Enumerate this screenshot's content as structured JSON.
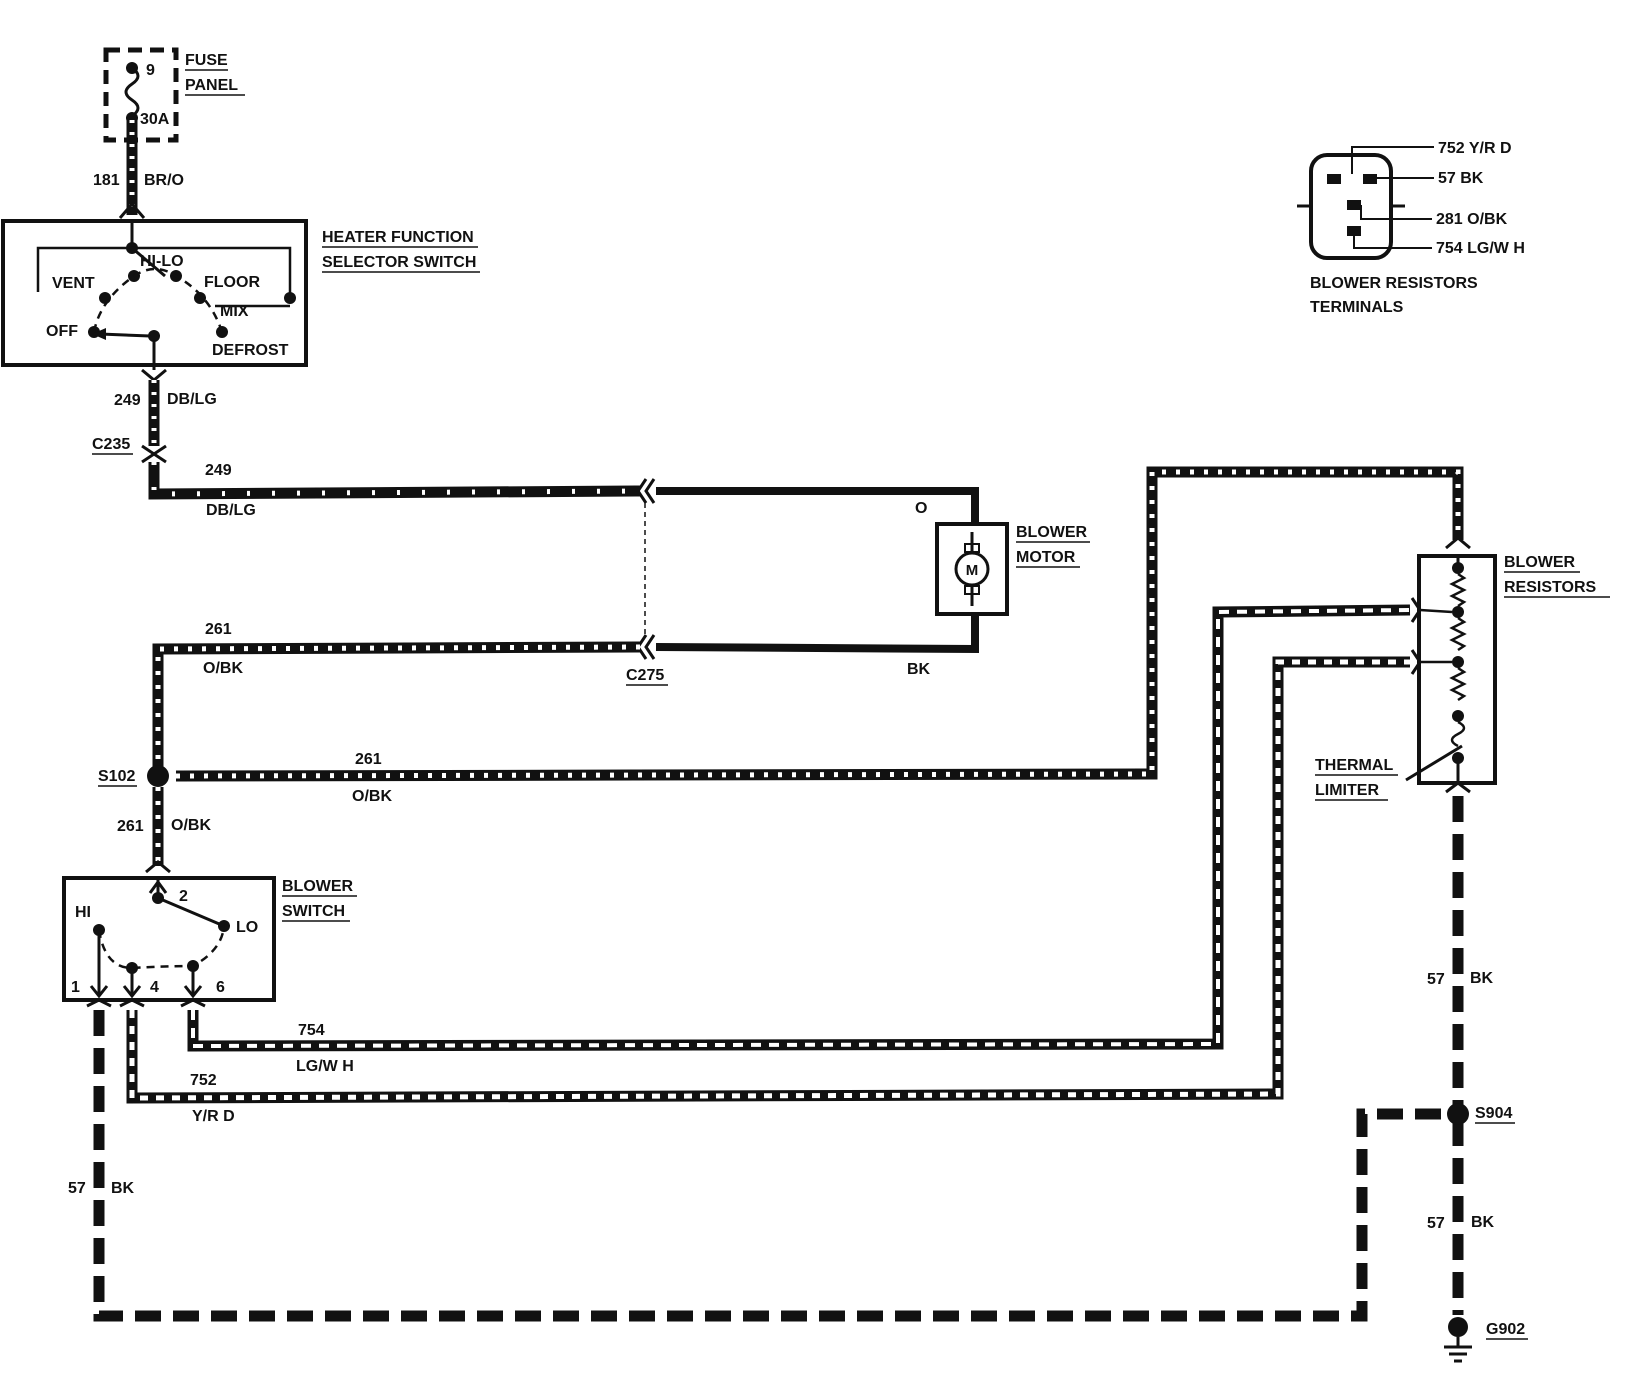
{
  "fuse_panel": {
    "title_line1": "FUSE",
    "title_line2": "PANEL",
    "fuse_number": "9",
    "fuse_rating": "30A"
  },
  "wires": {
    "w181": {
      "circuit": "181",
      "color": "BR/O"
    },
    "w249_top": {
      "circuit": "249",
      "color": "DB/LG"
    },
    "w249_run": {
      "circuit": "249",
      "color": "DB/LG"
    },
    "w261_upper": {
      "circuit": "261",
      "color": "O/BK"
    },
    "w261_mid": {
      "circuit": "261",
      "color": "O/BK"
    },
    "w261_lower": {
      "circuit": "261",
      "color": "O/BK"
    },
    "w754": {
      "circuit": "754",
      "color": "LG/W H"
    },
    "w752": {
      "circuit": "752",
      "color": "Y/R D"
    },
    "w57_left": {
      "circuit": "57",
      "color": "BK"
    },
    "w57_upper_right": {
      "circuit": "57",
      "color": "BK"
    },
    "w57_lower_right": {
      "circuit": "57",
      "color": "BK"
    },
    "motor_feed": {
      "color": "O"
    },
    "motor_return": {
      "color": "BK"
    }
  },
  "heater_switch": {
    "title_line1": "HEATER FUNCTION",
    "title_line2": "SELECTOR SWITCH",
    "positions": {
      "hilo": "HI-LO",
      "vent": "VENT",
      "floor": "FLOOR",
      "mix": "MIX",
      "off": "OFF",
      "defrost": "DEFROST"
    }
  },
  "connectors": {
    "c235": "C235",
    "c275": "C275"
  },
  "blower_motor": {
    "title_line1": "BLOWER",
    "title_line2": "MOTOR",
    "symbol": "M"
  },
  "splices": {
    "s102": "S102",
    "s904": "S904"
  },
  "ground": {
    "g902": "G902"
  },
  "blower_switch": {
    "title_line1": "BLOWER",
    "title_line2": "SWITCH",
    "positions": {
      "hi": "HI",
      "lo": "LO",
      "t2": "2",
      "t1": "1",
      "t4": "4",
      "t6": "6"
    }
  },
  "blower_resistors": {
    "title_line1": "BLOWER",
    "title_line2": "RESISTORS",
    "thermal_line1": "THERMAL",
    "thermal_line2": "LIMITER"
  },
  "resistor_terminals": {
    "title_line1": "BLOWER RESISTORS",
    "title_line2": "TERMINALS",
    "pins": [
      "752 Y/R D",
      "57 BK",
      "281 O/BK",
      "754 LG/W H"
    ]
  }
}
